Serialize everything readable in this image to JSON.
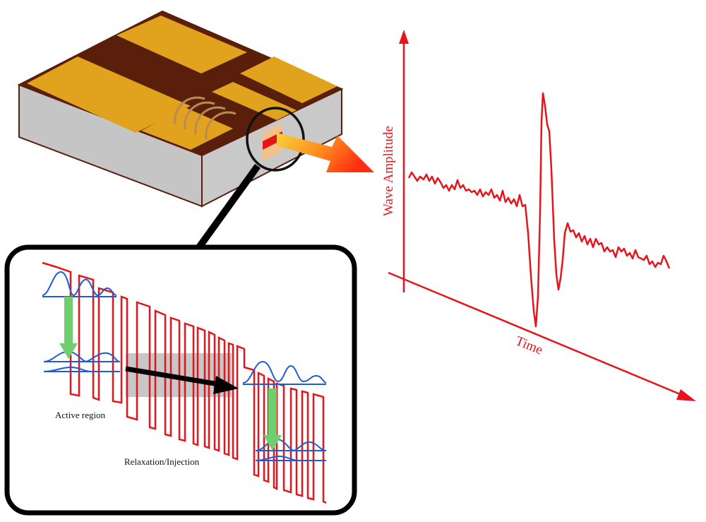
{
  "labels": {
    "y_axis": "Wave Amplitude",
    "x_axis": "Time",
    "active_region": "Active region",
    "relaxation_injection": "Relaxation/Injection"
  },
  "colors": {
    "gold": "#e1a21d",
    "brown": "#5a1f0a",
    "wire": "#b88a56",
    "chip_side": "#c5c5c5",
    "red": "#e8141b",
    "blue": "#1e5bd6",
    "green": "#6fcf6f",
    "gray_band": "#bdbdbd",
    "black": "#000000"
  }
}
